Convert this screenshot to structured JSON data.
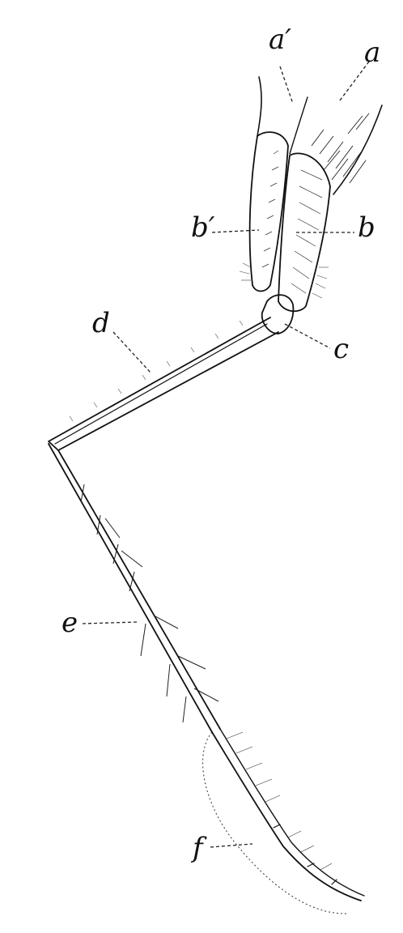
{
  "labels": {
    "a_prime": "a′",
    "a": "a",
    "b_prime": "b′",
    "b": "b",
    "c": "c",
    "d": "d",
    "e": "e",
    "f": "f"
  },
  "colors": {
    "ink": "#111111",
    "paper": "#ffffff"
  }
}
